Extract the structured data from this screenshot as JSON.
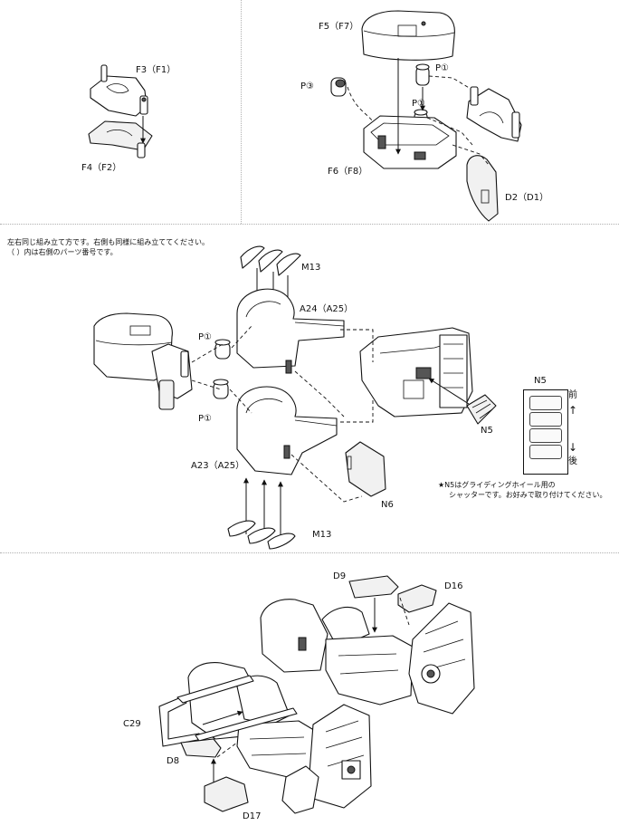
{
  "section1": {
    "label_f3": "F3（F1）",
    "label_f4": "F4（F2）",
    "label_f5": "F5（F7）",
    "label_f6": "F6（F8）",
    "label_p3": "P③",
    "label_p1_upper": "P①",
    "label_p1_lower": "P①",
    "label_d2": "D2（D1）"
  },
  "section2": {
    "note_line1": "左右同じ組み立て方です。右側も同様に組み立ててください。",
    "note_line2": "（ ）内は右側のパーツ番号です。",
    "label_m13_top": "M13",
    "label_a24": "A24（A25）",
    "label_p1_a": "P①",
    "label_p1_b": "P①",
    "label_a23": "A23（A25）",
    "label_n5": "N5",
    "label_n6": "N6",
    "label_m13_bottom": "M13",
    "legend": {
      "title": "N5",
      "front": "前",
      "back": "後",
      "arrow_up": "↑",
      "arrow_down": "↓"
    },
    "star_note_line1": "★N5はグライディングホイール用の",
    "star_note_line2": "シャッターです。お好みで取り付けてください。"
  },
  "section3": {
    "label_d9": "D9",
    "label_d16": "D16",
    "label_c29": "C29",
    "label_d8": "D8",
    "label_d17": "D17"
  },
  "colors": {
    "ink": "#111111",
    "paper": "#ffffff",
    "divider": "#b0b0b0"
  }
}
